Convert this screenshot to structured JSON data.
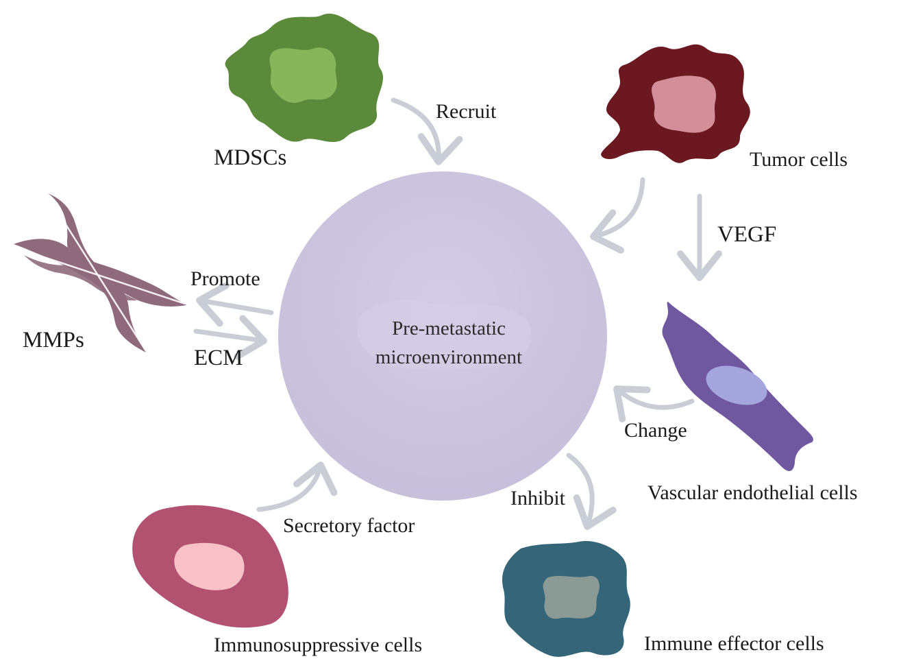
{
  "center": {
    "line1": "Pre-metastatic",
    "line2": "microenvironment"
  },
  "cells": {
    "mdscs": "MDSCs",
    "tumor": "Tumor cells",
    "mmps": "MMPs",
    "vascular": "Vascular endothelial cells",
    "immunosuppressive": "Immunosuppressive cells",
    "immune_effector": "Immune effector cells"
  },
  "relations": {
    "recruit": "Recruit",
    "vegf": "VEGF",
    "promote": "Promote",
    "ecm": "ECM",
    "change": "Change",
    "inhibit": "Inhibit",
    "secretory": "Secretory factor"
  },
  "colors": {
    "circle": "#cbc2dd",
    "arrow": "#c9ced6",
    "mdsc_outer": "#5a8a3a",
    "mdsc_inner": "#88b55a",
    "tumor_outer": "#6b1820",
    "tumor_inner": "#d28f9a",
    "mmp": "#8f6a7c",
    "vascular_outer": "#6f58a0",
    "vascular_inner": "#a4a6dd",
    "immunosup_outer": "#b35270",
    "immunosup_inner": "#f7c1c7",
    "effector_outer": "#346578",
    "effector_inner": "#8b9a94"
  }
}
